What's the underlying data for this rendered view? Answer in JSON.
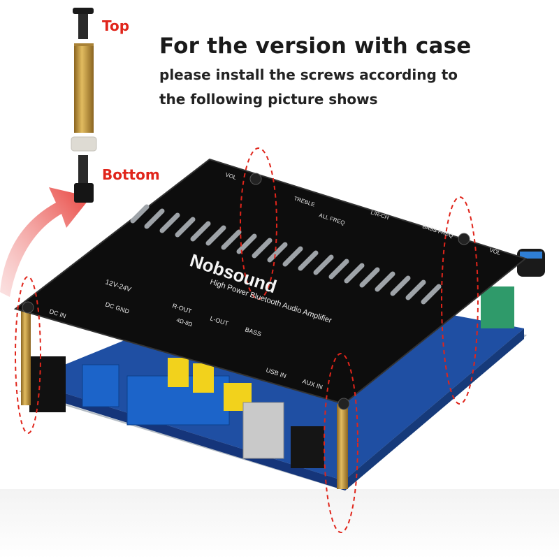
{
  "heading": {
    "title": "For the version with case",
    "line1": "please install the screws according to",
    "line2": "the following picture shows"
  },
  "parts": {
    "top_label": "Top",
    "bottom_label": "Bottom"
  },
  "board": {
    "brand": "Nobsound",
    "product": "High Power Bluetooth Audio Amplifier",
    "power": "12V-24V",
    "dc_in": "DC IN",
    "dc_gnd": "DC GND",
    "r_out": "R-OUT",
    "l_out": "L-OUT",
    "bass": "BASS",
    "ohms": "4Ω-8Ω",
    "usb_in": "USB IN",
    "aux_in": "AUX IN",
    "vol": "VOL",
    "treble": "TREBLE",
    "all_freq": "ALL FREQ",
    "bass_freq": "BASS FREQ",
    "lr_ch": "L/R-CH"
  },
  "colors": {
    "accent": "#e0251b",
    "panel": "#0d0d0d",
    "pcb": "#1f4fa3",
    "terminal": "#1c64c9",
    "brass": "#c89b3c",
    "capacitor": "#f2d21c"
  }
}
